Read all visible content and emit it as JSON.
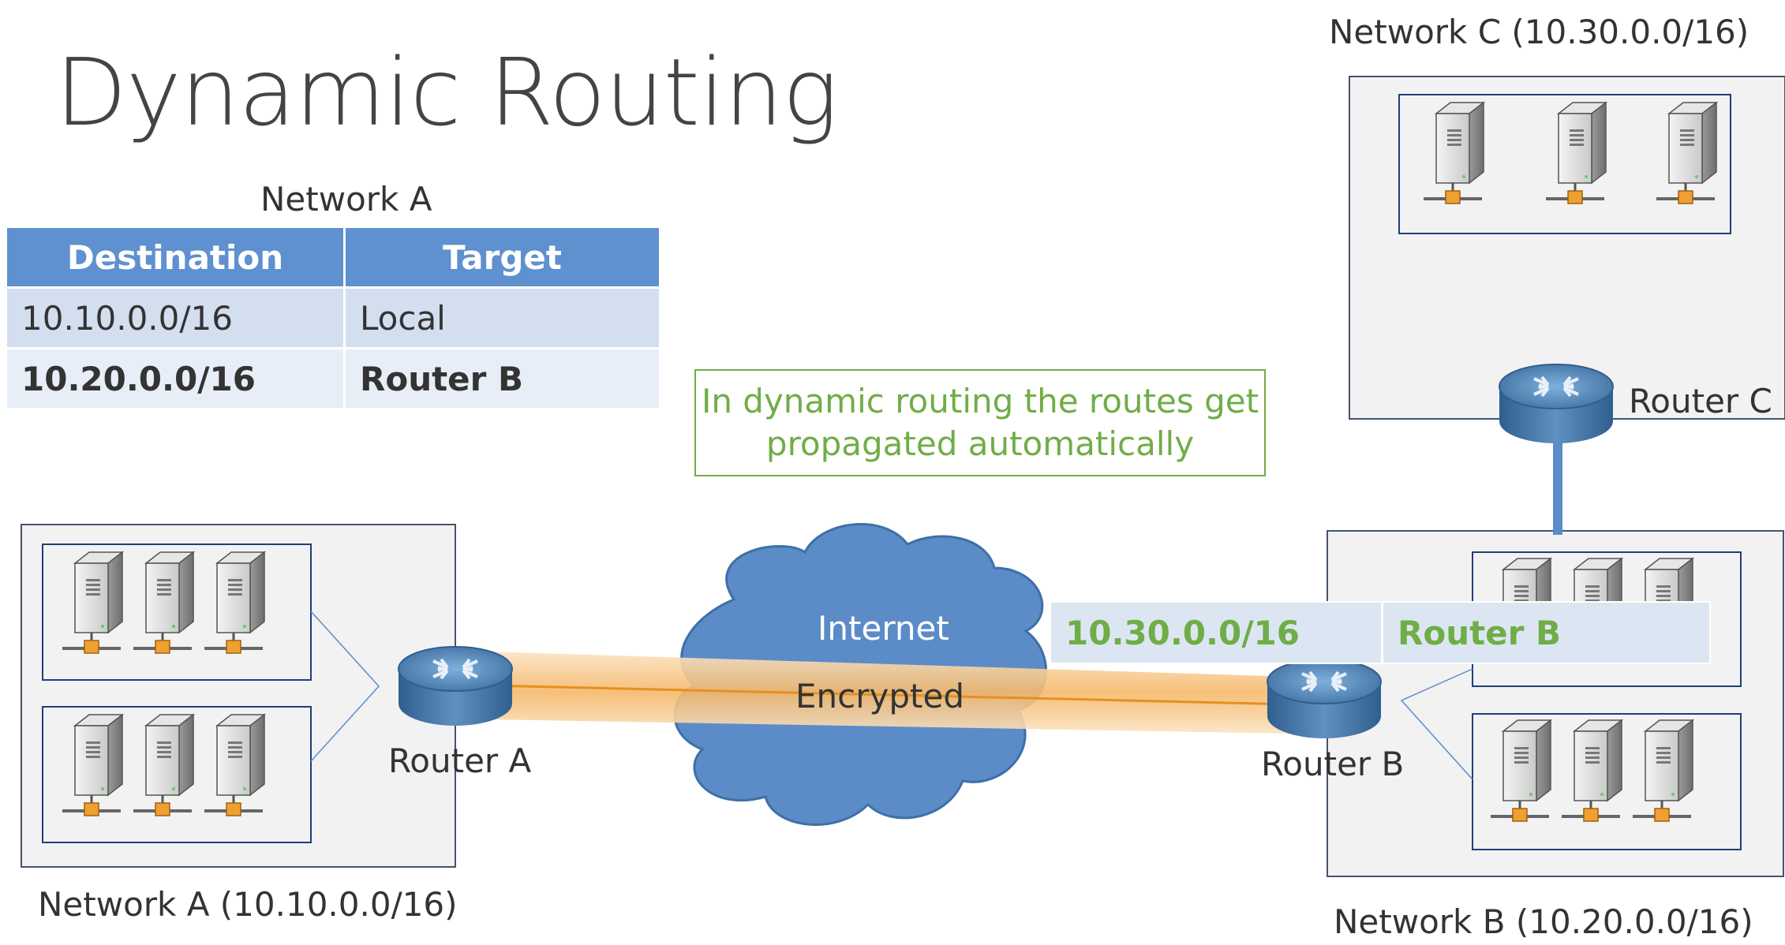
{
  "title": "Dynamic Routing",
  "table": {
    "caption": "Network A",
    "headers": [
      "Destination",
      "Target"
    ],
    "rows": [
      [
        "10.10.0.0/16",
        "Local"
      ],
      [
        "10.20.0.0/16",
        "Router B"
      ]
    ]
  },
  "note": "In dynamic routing the routes get propagated automatically",
  "internet_label": "Internet",
  "encrypted_label": "Encrypted",
  "routers": {
    "a": "Router A",
    "b": "Router B",
    "c": "Router C"
  },
  "networks": {
    "a": "Network A (10.10.0.0/16)",
    "b": "Network B (10.20.0.0/16)",
    "c": "Network C (10.30.0.0/16)"
  },
  "propagated_route": {
    "destination": "10.30.0.0/16",
    "target": "Router B"
  },
  "colors": {
    "accent_green": "#70ad47",
    "table_header": "#5f90cf",
    "cloud": "#5b8cc8",
    "tunnel": "#f7c98a"
  }
}
